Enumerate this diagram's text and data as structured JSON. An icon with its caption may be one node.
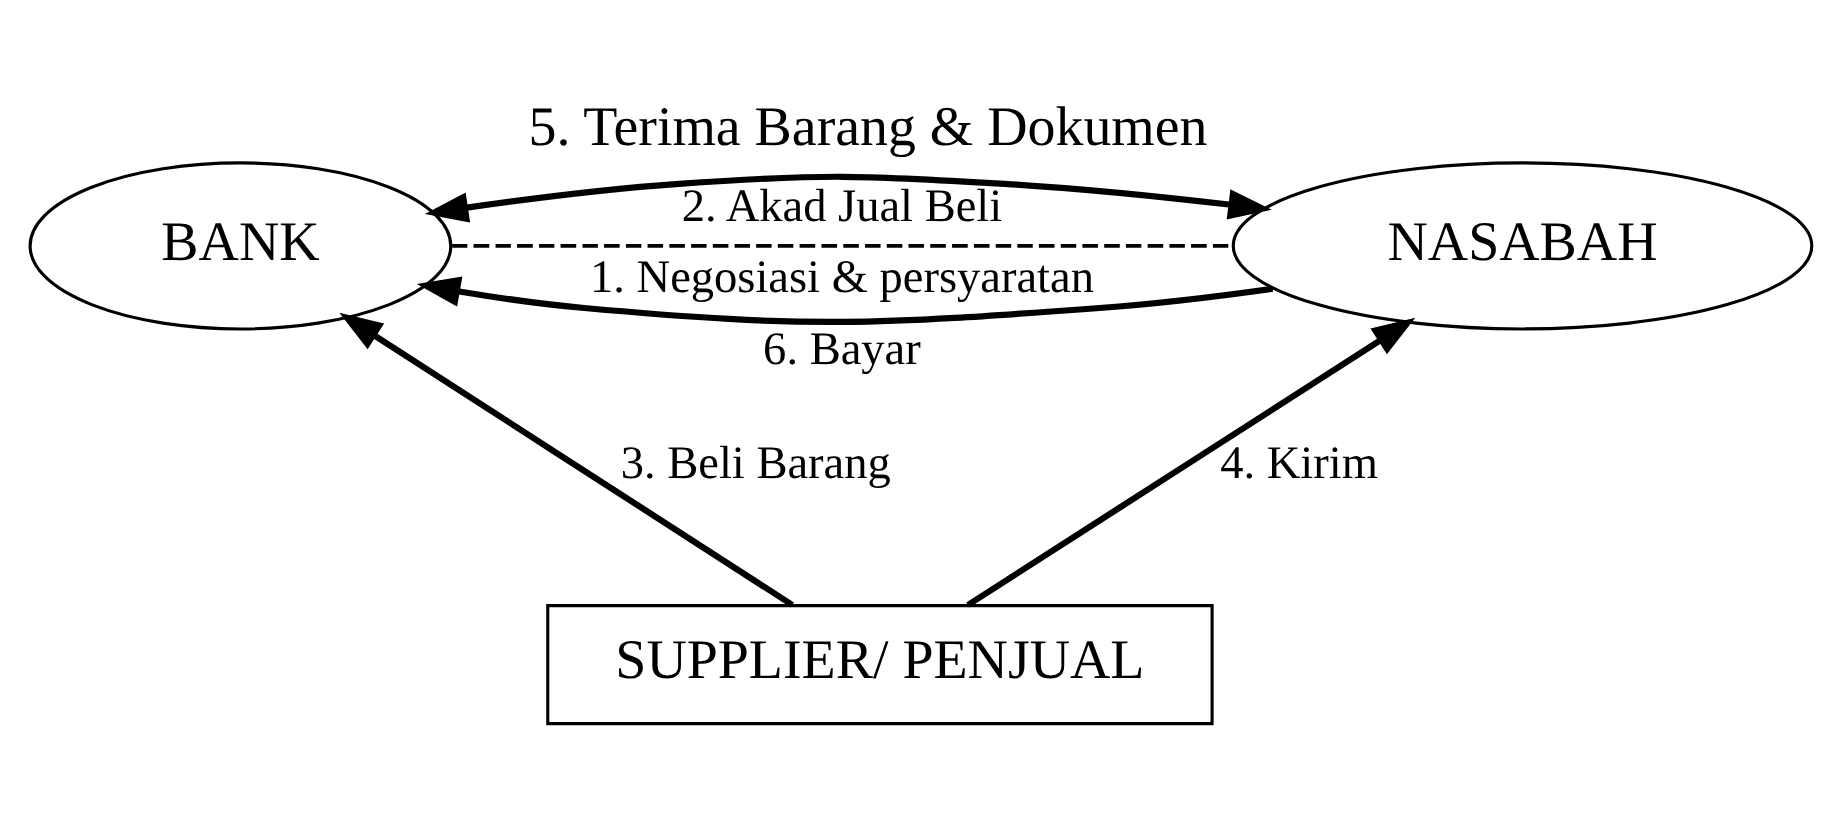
{
  "diagram": {
    "nodes": [
      {
        "text": [
          "BANK"
        ]
      },
      {
        "text": [
          "NASABAH"
        ],
        "beside": [
          "5. Terima Barang & Dokumen"
        ]
      },
      {
        "text": [
          "SUPPLIER/ PENJUAL"
        ]
      }
    ],
    "edges": [
      {
        "from": 0,
        "to": 1,
        "arrow": "none",
        "style": "dashed",
        "label": "1. Negosiasi & persyaratan"
      },
      {
        "from": 0,
        "to": 1,
        "arrow": "both",
        "label": "2. Akad Jual Beli"
      },
      {
        "from": 1,
        "to": 0,
        "arrow": "to",
        "label": "6. Bayar"
      },
      {
        "from": 2,
        "to": 0,
        "arrow": "to",
        "label": "3. Beli Barang"
      },
      {
        "from": 2,
        "to": 1,
        "arrow": "to",
        "label": "4. Kirim"
      }
    ]
  }
}
